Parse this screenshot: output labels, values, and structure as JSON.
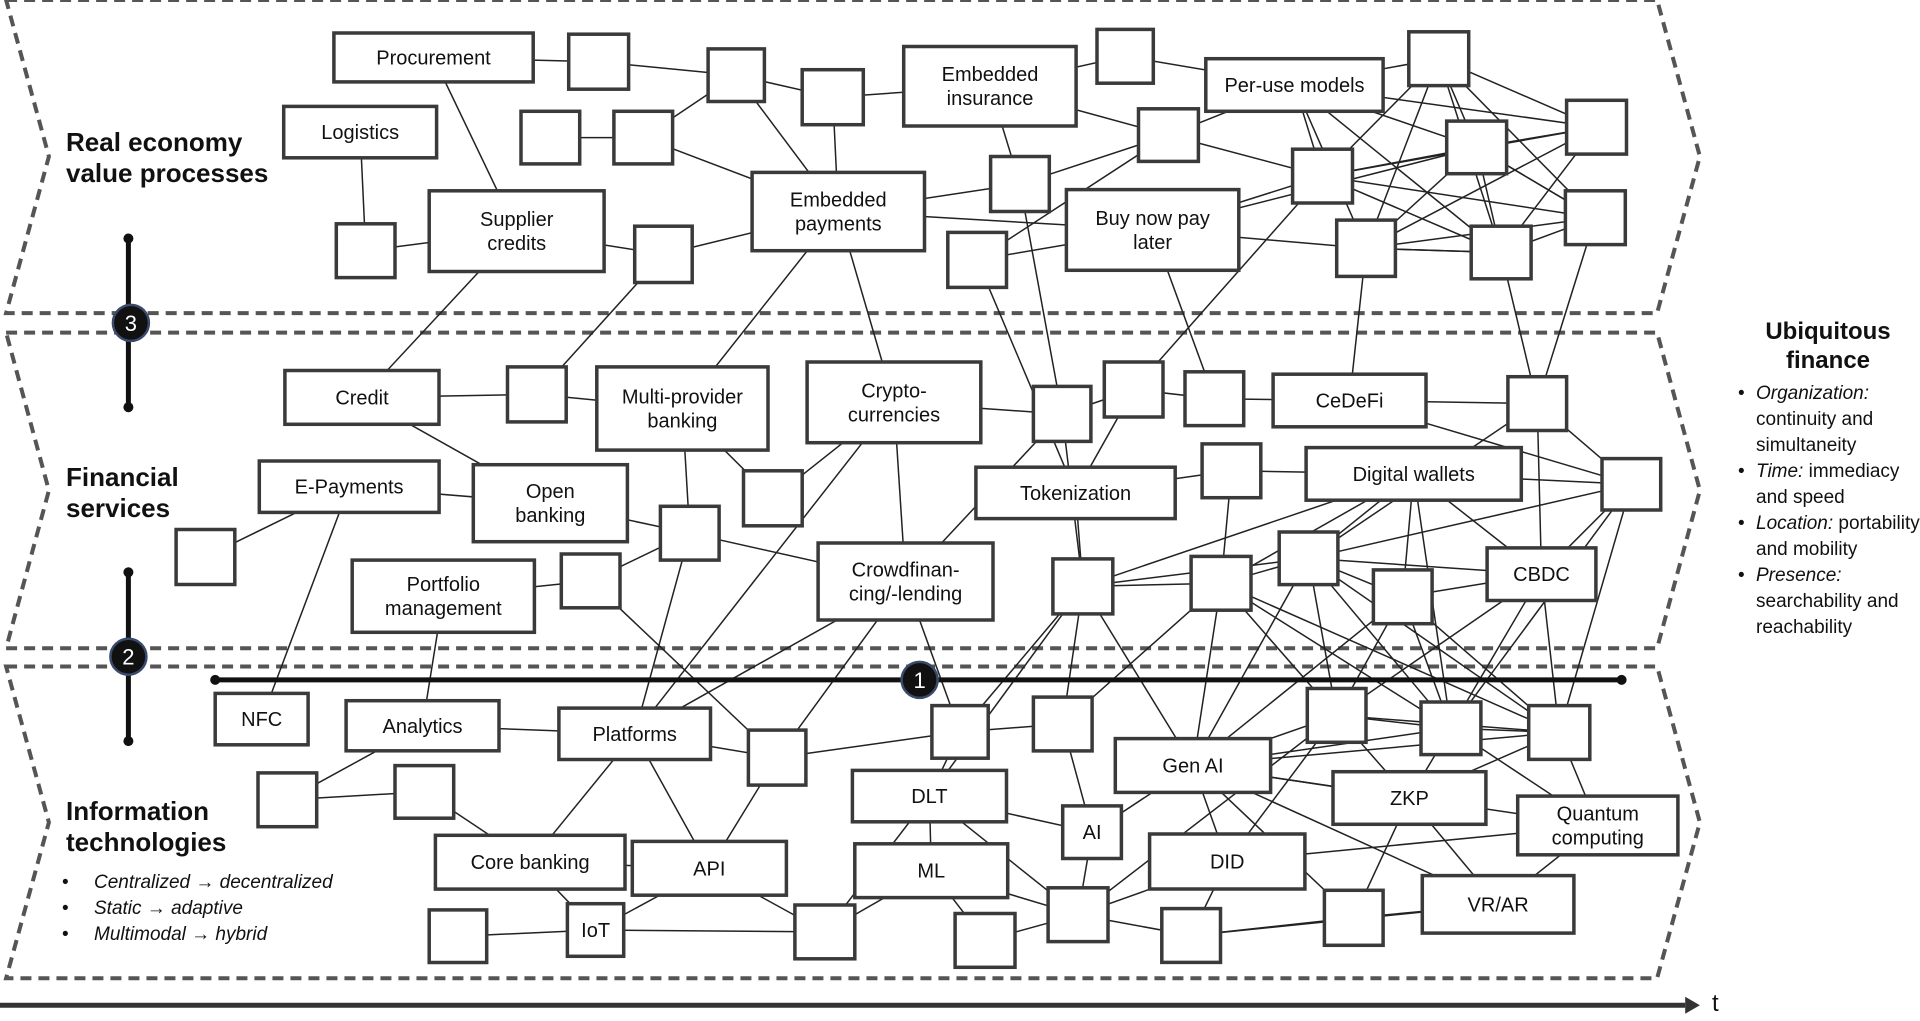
{
  "lanes": {
    "real_economy": "Real economy\nvalue processes",
    "financial": "Financial\nservices",
    "information": "Information\ntechnologies"
  },
  "it_trends": [
    "Centralized → decentralized",
    "Static → adaptive",
    "Multimodal → hybrid"
  ],
  "ubiquitous": {
    "title": "Ubiquitous finance",
    "items": [
      {
        "key": "Organization:",
        "text": "continuity and simultaneity"
      },
      {
        "key": "Time:",
        "text": "immediacy and speed"
      },
      {
        "key": "Location:",
        "text": "portability and mobility"
      },
      {
        "key": "Presence:",
        "text": "searchability and reachability"
      }
    ]
  },
  "axis_label": "t",
  "markers": [
    "1",
    "2",
    "3"
  ],
  "nodes": {
    "procurement": "Procurement",
    "logistics": "Logistics",
    "supplier_credits": "Supplier\ncredits",
    "embedded_insurance": "Embedded\ninsurance",
    "embedded_payments": "Embedded\npayments",
    "per_use_models": "Per-use models",
    "bnpl": "Buy now pay\nlater",
    "credit": "Credit",
    "multi_provider": "Multi-provider\nbanking",
    "cryptocurrencies": "Crypto-\ncurrencies",
    "cedefi": "CeDeFi",
    "e_payments": "E-Payments",
    "open_banking": "Open\nbanking",
    "tokenization": "Tokenization",
    "digital_wallets": "Digital wallets",
    "portfolio": "Portfolio\nmanagement",
    "crowdfinancing": "Crowdfinan-\ncing/-lending",
    "cbdc": "CBDC",
    "nfc": "NFC",
    "analytics": "Analytics",
    "platforms": "Platforms",
    "dlt": "DLT",
    "gen_ai": "Gen AI",
    "zkp": "ZKP",
    "quantum": "Quantum\ncomputing",
    "ai": "AI",
    "core_banking": "Core banking",
    "api": "API",
    "ml": "ML",
    "did": "DID",
    "iot": "IoT",
    "vr_ar": "VR/AR"
  }
}
